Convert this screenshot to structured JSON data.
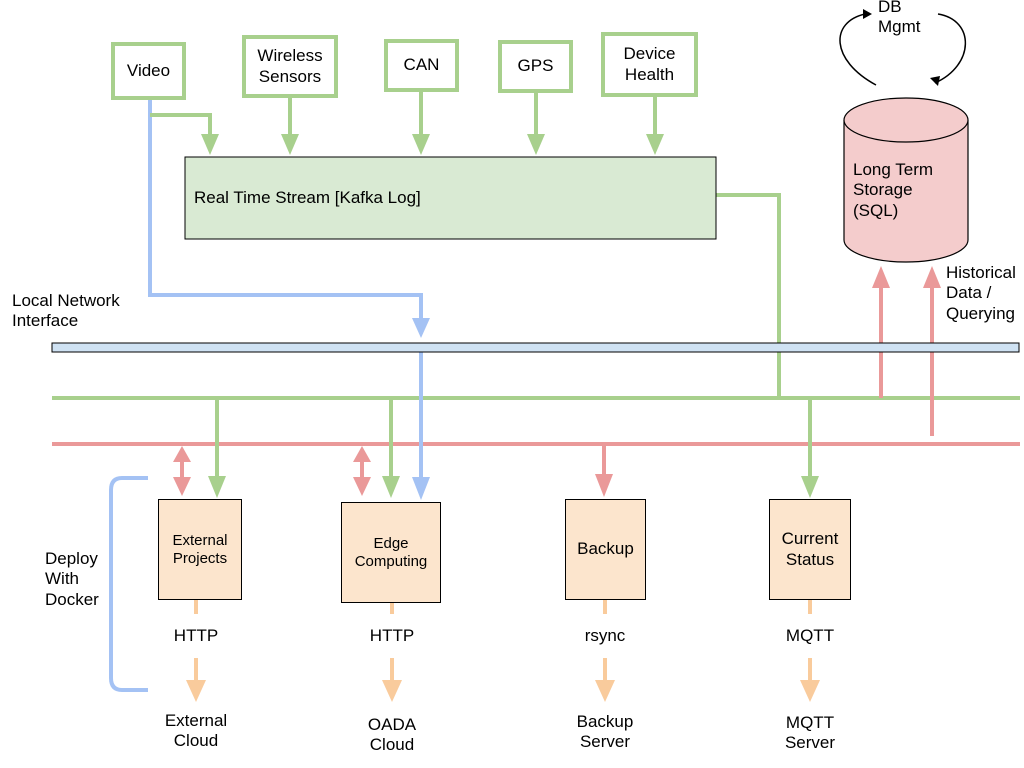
{
  "sources": {
    "video": "Video",
    "wireless": "Wireless\nSensors",
    "can": "CAN",
    "gps": "GPS",
    "device_health": "Device\nHealth"
  },
  "stream": {
    "label": "Real Time Stream [Kafka Log]"
  },
  "storage": {
    "label": "Long Term\nStorage\n(SQL)",
    "db_mgmt": "DB\nMgmt"
  },
  "historical": "Historical\nData /\nQuerying",
  "network": {
    "label": "Local Network\nInterface"
  },
  "docker": {
    "label": "Deploy\nWith\nDocker"
  },
  "services": [
    {
      "name": "External\nProjects",
      "protocol": "HTTP",
      "target": "External\nCloud"
    },
    {
      "name": "Edge\nComputing",
      "protocol": "HTTP",
      "target": "OADA\nCloud"
    },
    {
      "name": "Backup",
      "protocol": "rsync",
      "target": "Backup\nServer"
    },
    {
      "name": "Current\nStatus",
      "protocol": "MQTT",
      "target": "MQTT\nServer"
    }
  ],
  "colors": {
    "green": "#a8d08d",
    "blue": "#a4c2f4",
    "red": "#ea9999",
    "orange": "#f9cb9c",
    "stream_fill": "#d9ead3",
    "storage_fill": "#f4cccc",
    "bus_fill": "#cfe2f3"
  }
}
